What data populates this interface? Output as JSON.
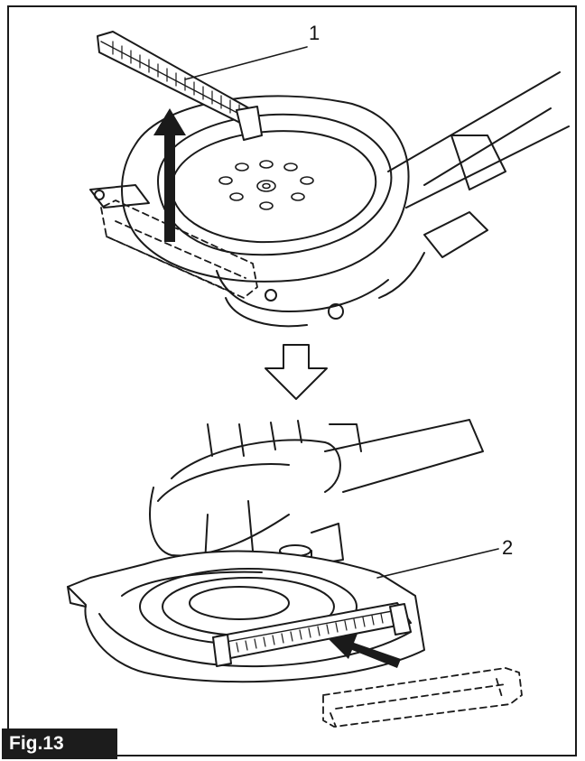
{
  "figure": {
    "label": "Fig.13",
    "callouts": [
      "1",
      "2"
    ]
  },
  "colors": {
    "line": "#1a1a1a",
    "label_bg": "#1c1c1c",
    "label_text": "#ffffff"
  }
}
